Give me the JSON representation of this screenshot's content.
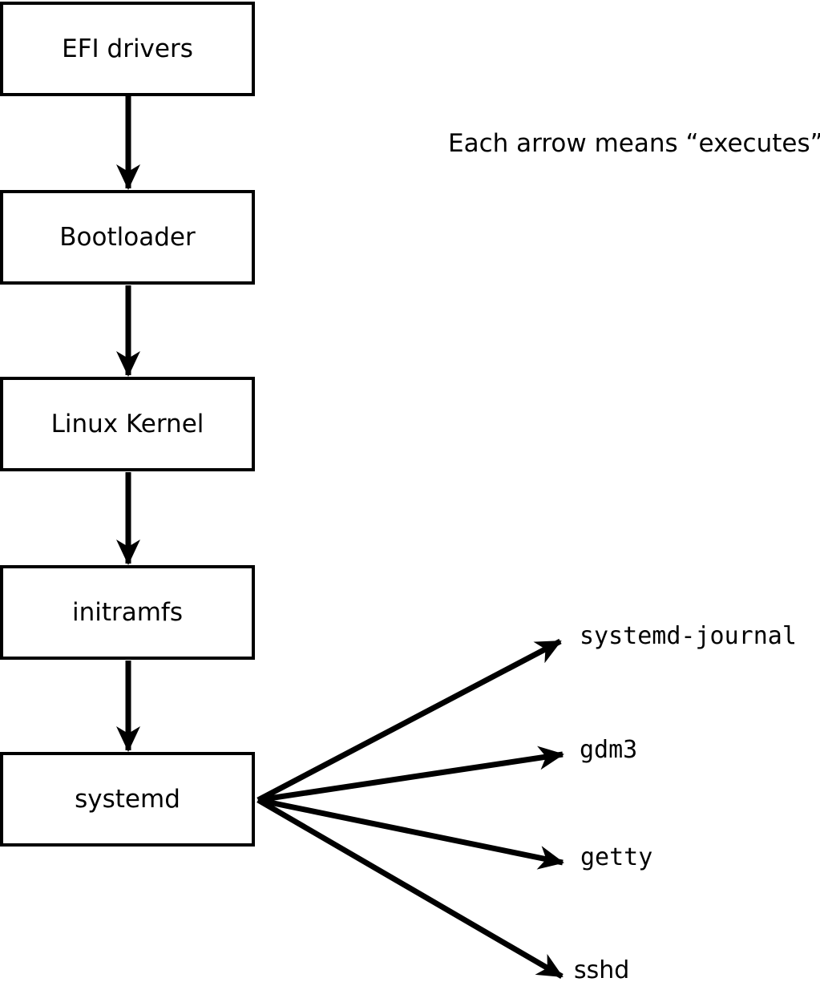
{
  "note": {
    "text": "Each arrow means “executes”."
  },
  "boot_chain": [
    {
      "label": "EFI drivers"
    },
    {
      "label": "Bootloader"
    },
    {
      "label": "Linux Kernel"
    },
    {
      "label": "initramfs"
    },
    {
      "label": "systemd"
    }
  ],
  "services": [
    {
      "label": "systemd-journal"
    },
    {
      "label": "gdm3"
    },
    {
      "label": "getty"
    },
    {
      "label": "sshd"
    }
  ],
  "arrow_meaning": "executes",
  "colors": {
    "ink": "#000000",
    "box_fill": "#ffffff",
    "background": "#ffffff"
  }
}
